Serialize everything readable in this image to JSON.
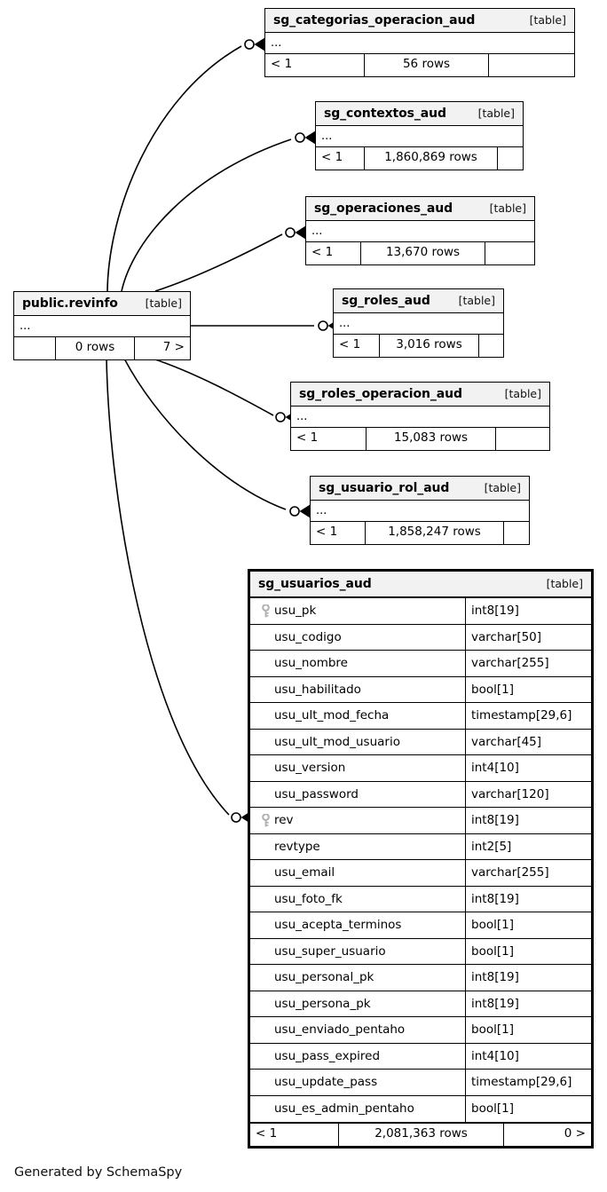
{
  "diagram": {
    "generator_caption": "Generated by SchemaSpy",
    "table_tag": "[table]",
    "ellipsis": "...",
    "key_icon_name": "key-icon"
  },
  "nodes": {
    "revinfo": {
      "name": "public.revinfo",
      "tag": "[table]",
      "ellipsis": "...",
      "footer": {
        "left": "",
        "mid": "0 rows",
        "right": "7 >"
      }
    },
    "categorias": {
      "name": "sg_categorias_operacion_aud",
      "tag": "[table]",
      "ellipsis": "...",
      "footer": {
        "left": "< 1",
        "mid": "56 rows",
        "right": ""
      }
    },
    "contextos": {
      "name": "sg_contextos_aud",
      "tag": "[table]",
      "ellipsis": "...",
      "footer": {
        "left": "< 1",
        "mid": "1,860,869 rows",
        "right": ""
      }
    },
    "operaciones": {
      "name": "sg_operaciones_aud",
      "tag": "[table]",
      "ellipsis": "...",
      "footer": {
        "left": "< 1",
        "mid": "13,670 rows",
        "right": ""
      }
    },
    "roles": {
      "name": "sg_roles_aud",
      "tag": "[table]",
      "ellipsis": "...",
      "footer": {
        "left": "< 1",
        "mid": "3,016 rows",
        "right": ""
      }
    },
    "roles_operacion": {
      "name": "sg_roles_operacion_aud",
      "tag": "[table]",
      "ellipsis": "...",
      "footer": {
        "left": "< 1",
        "mid": "15,083 rows",
        "right": ""
      }
    },
    "usuario_rol": {
      "name": "sg_usuario_rol_aud",
      "tag": "[table]",
      "ellipsis": "...",
      "footer": {
        "left": "< 1",
        "mid": "1,858,247 rows",
        "right": ""
      }
    },
    "usuarios": {
      "name": "sg_usuarios_aud",
      "tag": "[table]",
      "footer": {
        "left": "< 1",
        "mid": "2,081,363 rows",
        "right": "0 >"
      },
      "columns": [
        {
          "name": "usu_pk",
          "type": "int8[19]",
          "key": true
        },
        {
          "name": "usu_codigo",
          "type": "varchar[50]",
          "key": false
        },
        {
          "name": "usu_nombre",
          "type": "varchar[255]",
          "key": false
        },
        {
          "name": "usu_habilitado",
          "type": "bool[1]",
          "key": false
        },
        {
          "name": "usu_ult_mod_fecha",
          "type": "timestamp[29,6]",
          "key": false
        },
        {
          "name": "usu_ult_mod_usuario",
          "type": "varchar[45]",
          "key": false
        },
        {
          "name": "usu_version",
          "type": "int4[10]",
          "key": false
        },
        {
          "name": "usu_password",
          "type": "varchar[120]",
          "key": false
        },
        {
          "name": "rev",
          "type": "int8[19]",
          "key": true
        },
        {
          "name": "revtype",
          "type": "int2[5]",
          "key": false
        },
        {
          "name": "usu_email",
          "type": "varchar[255]",
          "key": false
        },
        {
          "name": "usu_foto_fk",
          "type": "int8[19]",
          "key": false
        },
        {
          "name": "usu_acepta_terminos",
          "type": "bool[1]",
          "key": false
        },
        {
          "name": "usu_super_usuario",
          "type": "bool[1]",
          "key": false
        },
        {
          "name": "usu_personal_pk",
          "type": "int8[19]",
          "key": false
        },
        {
          "name": "usu_persona_pk",
          "type": "int8[19]",
          "key": false
        },
        {
          "name": "usu_enviado_pentaho",
          "type": "bool[1]",
          "key": false
        },
        {
          "name": "usu_pass_expired",
          "type": "int4[10]",
          "key": false
        },
        {
          "name": "usu_update_pass",
          "type": "timestamp[29,6]",
          "key": false
        },
        {
          "name": "usu_es_admin_pentaho",
          "type": "bool[1]",
          "key": false
        }
      ]
    }
  },
  "relationships": [
    {
      "from": "public.revinfo",
      "to": "sg_categorias_operacion_aud",
      "cardinality": "zero-or-many"
    },
    {
      "from": "public.revinfo",
      "to": "sg_contextos_aud",
      "cardinality": "zero-or-many"
    },
    {
      "from": "public.revinfo",
      "to": "sg_operaciones_aud",
      "cardinality": "zero-or-many"
    },
    {
      "from": "public.revinfo",
      "to": "sg_roles_aud",
      "cardinality": "zero-or-many"
    },
    {
      "from": "public.revinfo",
      "to": "sg_roles_operacion_aud",
      "cardinality": "zero-or-many"
    },
    {
      "from": "public.revinfo",
      "to": "sg_usuario_rol_aud",
      "cardinality": "zero-or-many"
    },
    {
      "from": "public.revinfo",
      "to": "sg_usuarios_aud",
      "cardinality": "zero-or-many"
    }
  ],
  "colors": {
    "background": "#ffffff",
    "line": "#000000",
    "header_fill": "#f2f2f2",
    "key_icon": "#b0b0b0",
    "text": "#000000"
  }
}
